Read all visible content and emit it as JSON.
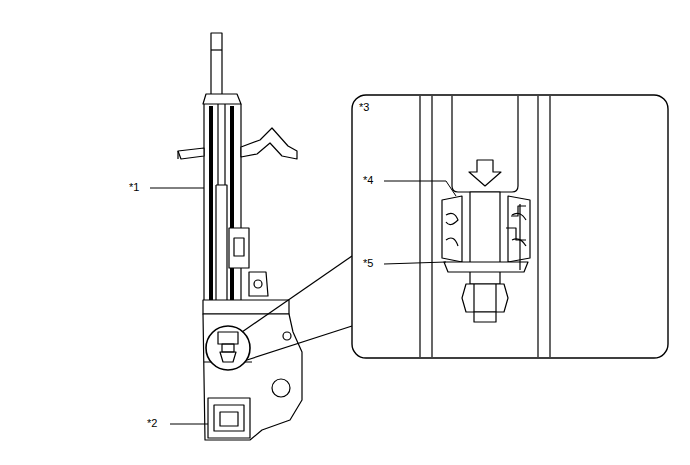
{
  "diagram": {
    "labels": [
      "*1",
      "*2",
      "*3",
      "*4",
      "*5"
    ]
  }
}
